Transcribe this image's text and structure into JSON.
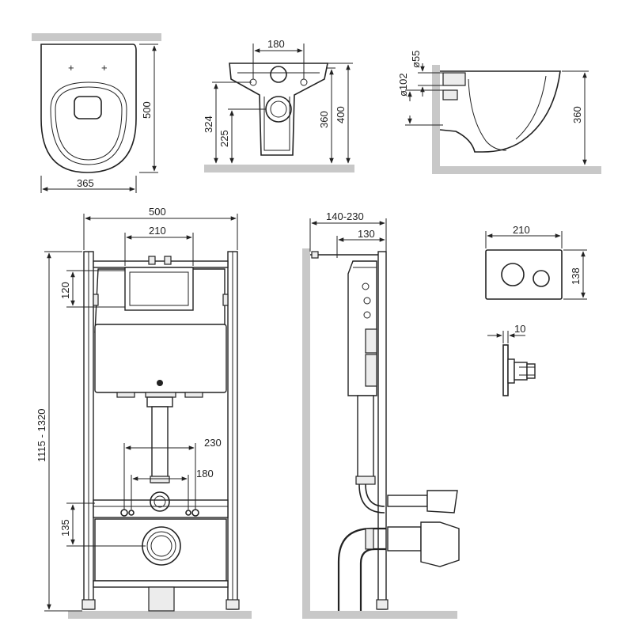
{
  "dimensions": {
    "top_view": {
      "width": "365",
      "depth": "500"
    },
    "front_view": {
      "bolt_spacing": "180",
      "h_outlet": "225",
      "h_inlet": "324",
      "h_rim": "360",
      "h_total": "400"
    },
    "side_view": {
      "d_inlet": "ø55",
      "d_outlet": "ø102",
      "height": "360"
    },
    "frame_front": {
      "width": "500",
      "cistern_width": "210",
      "button_offset": "120",
      "height": "1115 - 1320",
      "stud_spacing_wide": "230",
      "stud_spacing_narrow": "180",
      "drain_height": "135"
    },
    "frame_side": {
      "depth_range": "140-230",
      "depth": "130"
    },
    "flush_plate": {
      "width": "210",
      "height": "138",
      "thickness": "10"
    }
  },
  "colors": {
    "line": "#222222",
    "wall": "#c8c8c8"
  }
}
